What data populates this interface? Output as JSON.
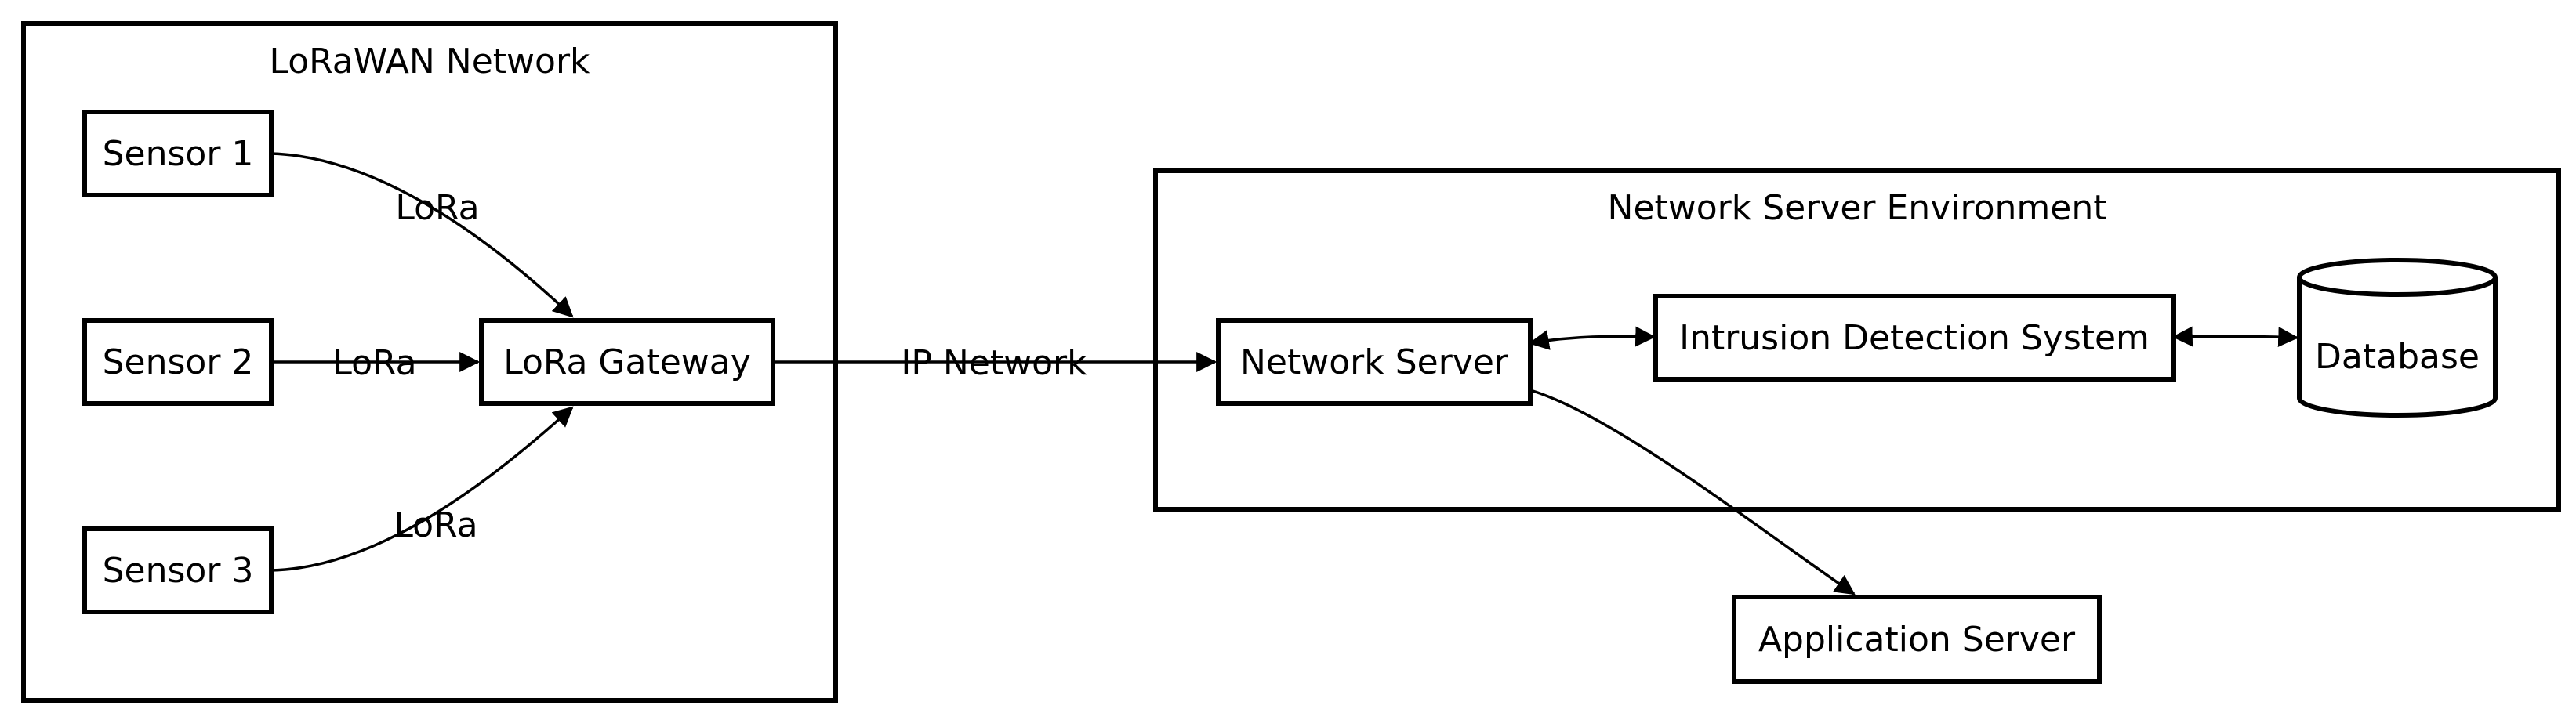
{
  "clusters": {
    "lorawan": {
      "title": "LoRaWAN Network"
    },
    "server_env": {
      "title": "Network Server Environment"
    }
  },
  "nodes": {
    "sensor1": "Sensor 1",
    "sensor2": "Sensor 2",
    "sensor3": "Sensor 3",
    "gateway": "LoRa Gateway",
    "network_server": "Network Server",
    "ids": "Intrusion Detection System",
    "database": "Database",
    "app_server": "Application Server"
  },
  "edges": {
    "sensor1_gateway": "LoRa",
    "sensor2_gateway": "LoRa",
    "sensor3_gateway": "LoRa",
    "gateway_ns": "IP Network"
  }
}
